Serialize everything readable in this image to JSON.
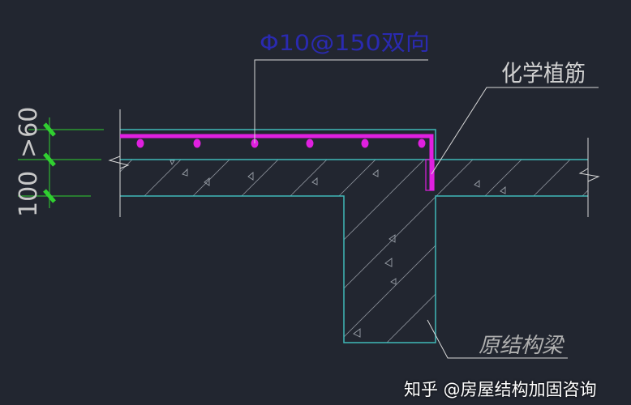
{
  "labels": {
    "rebar": "Φ10@150双向",
    "anchor": "化学植筋",
    "beam": "原结构梁",
    "dim_bottom": "100",
    "dim_top": ">60"
  },
  "watermark": "知乎 @房屋结构加固咨询",
  "colors": {
    "background": "#222630",
    "concrete_outline": "#3fb8b8",
    "rebar": "#e020e0",
    "dimension": "#30d030",
    "rebar_label": "#2a2ab0",
    "text": "#d8d8d8"
  }
}
